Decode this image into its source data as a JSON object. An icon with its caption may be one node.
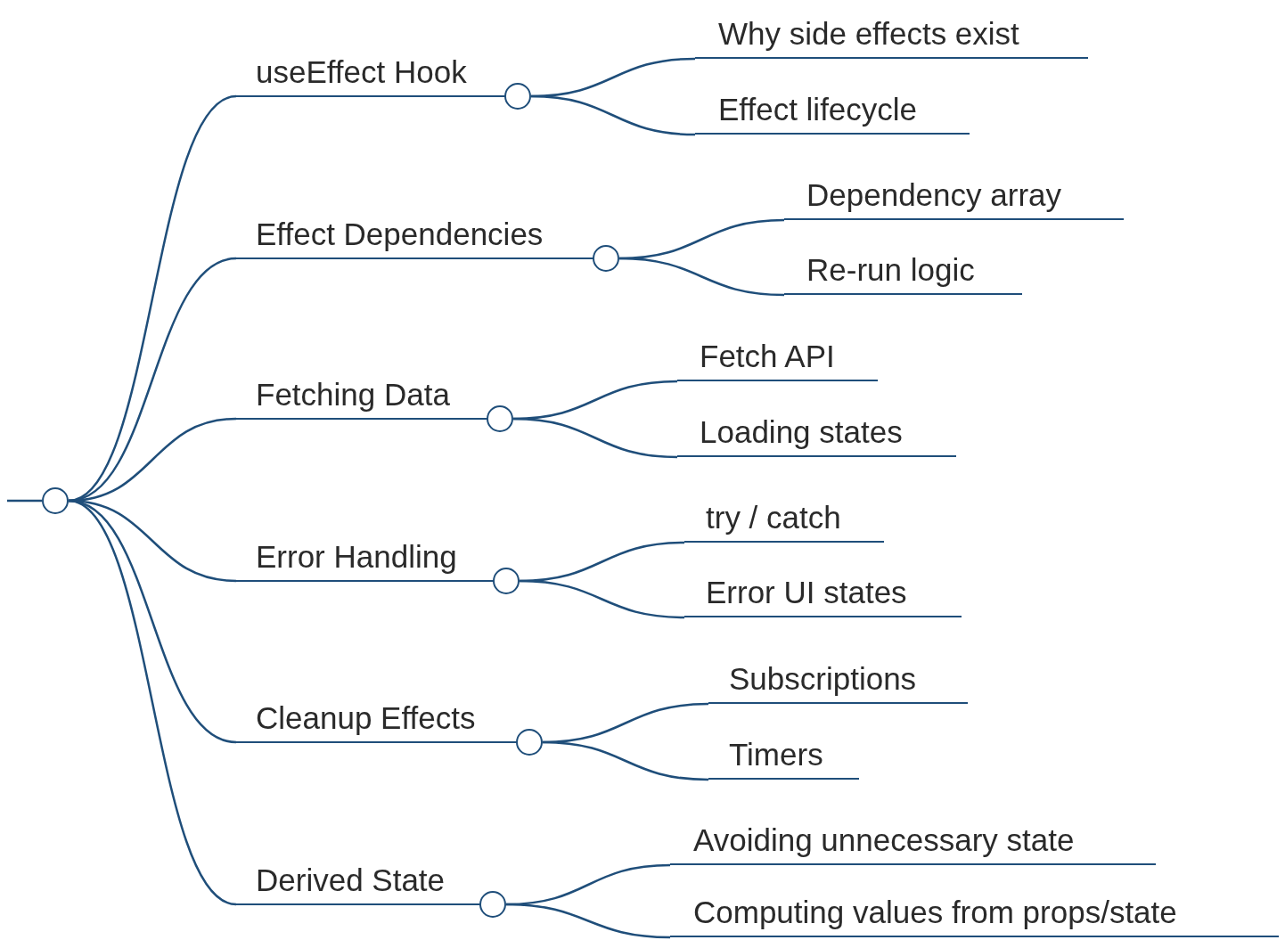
{
  "diagram": {
    "nodes": [
      {
        "text": [],
        "shape": "circle"
      },
      {
        "text": [
          "useEffect Hook"
        ]
      },
      {
        "text": [
          "Why side effects exist"
        ]
      },
      {
        "text": [
          "Effect lifecycle"
        ]
      },
      {
        "text": [
          "Effect Dependencies"
        ]
      },
      {
        "text": [
          "Dependency array"
        ]
      },
      {
        "text": [
          "Re-run logic"
        ]
      },
      {
        "text": [
          "Fetching Data"
        ]
      },
      {
        "text": [
          "Fetch API"
        ]
      },
      {
        "text": [
          "Loading states"
        ]
      },
      {
        "text": [
          "Error Handling"
        ]
      },
      {
        "text": [
          "try / catch"
        ]
      },
      {
        "text": [
          "Error UI states"
        ]
      },
      {
        "text": [
          "Cleanup Effects"
        ]
      },
      {
        "text": [
          "Subscriptions"
        ]
      },
      {
        "text": [
          "Timers"
        ]
      },
      {
        "text": [
          "Derived State"
        ]
      },
      {
        "text": [
          "Avoiding unnecessary state"
        ]
      },
      {
        "text": [
          "Computing values from props/state"
        ]
      }
    ],
    "edges": [
      {
        "from": null,
        "to": 0,
        "arrow": "none"
      },
      {
        "from": 0,
        "to": 1,
        "arrow": "none"
      },
      {
        "from": 0,
        "to": 4,
        "arrow": "none"
      },
      {
        "from": 0,
        "to": 7,
        "arrow": "none"
      },
      {
        "from": 0,
        "to": 10,
        "arrow": "none"
      },
      {
        "from": 0,
        "to": 13,
        "arrow": "none"
      },
      {
        "from": 0,
        "to": 16,
        "arrow": "none"
      },
      {
        "from": 1,
        "to": 2,
        "arrow": "none"
      },
      {
        "from": 1,
        "to": 3,
        "arrow": "none"
      },
      {
        "from": 4,
        "to": 5,
        "arrow": "none"
      },
      {
        "from": 4,
        "to": 6,
        "arrow": "none"
      },
      {
        "from": 7,
        "to": 8,
        "arrow": "none"
      },
      {
        "from": 7,
        "to": 9,
        "arrow": "none"
      },
      {
        "from": 10,
        "to": 11,
        "arrow": "none"
      },
      {
        "from": 10,
        "to": 12,
        "arrow": "none"
      },
      {
        "from": 13,
        "to": 14,
        "arrow": "none"
      },
      {
        "from": 13,
        "to": 15,
        "arrow": "none"
      },
      {
        "from": 16,
        "to": 17,
        "arrow": "none"
      },
      {
        "from": 16,
        "to": 18,
        "arrow": "none"
      }
    ]
  }
}
